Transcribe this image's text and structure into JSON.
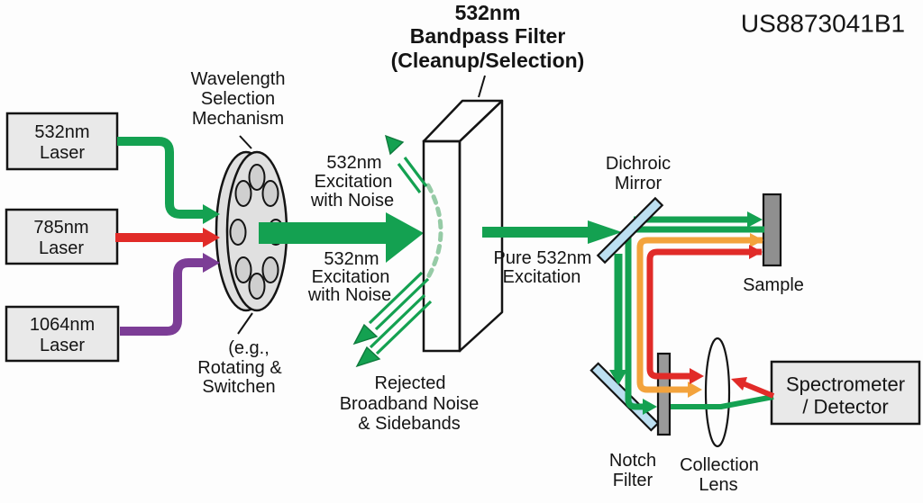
{
  "patent_number": "US8873041B1",
  "colors": {
    "ink": "#141414",
    "green": "#14A151",
    "green_dark": "#0E7A3C",
    "green_dash": "#96CBA6",
    "red": "#E12B28",
    "orange": "#F3A33C",
    "purple": "#7C3D96",
    "box_gray": "#E9E9E9",
    "wheel_gray": "#E0E0E0",
    "hole_gray": "#CFCFCF",
    "sample_gray": "#8F8F8F",
    "bar_gray": "#9A9A9A",
    "blue_mirror": "#BCDFF1",
    "blue_light": "#E8F6FC",
    "blue_mid": "#C2E4F4",
    "blue_deep": "#A9D8EE"
  },
  "lasers": [
    {
      "name": "532nm Laser",
      "lines": [
        "532nm",
        "Laser"
      ]
    },
    {
      "name": "785nm Laser",
      "lines": [
        "785nm",
        "Laser"
      ]
    },
    {
      "name": "1064nm Laser",
      "lines": [
        "1064nm",
        "Laser"
      ]
    }
  ],
  "wheel": {
    "label": [
      "Wavelength",
      "Selection",
      "Mechanism"
    ],
    "note": [
      "(e.g.,",
      "Rotating &",
      "Switchen"
    ]
  },
  "bandpass": {
    "title": [
      "532nm",
      "Bandpass Filter",
      "(Cleanup/Selection)"
    ]
  },
  "beams": {
    "noise_top": [
      "532nm",
      "Excitation",
      "with Noise"
    ],
    "noise_bottom": [
      "532nm",
      "Excitation",
      "with Noise"
    ],
    "pure": [
      "Pure 532nm",
      "Excitation"
    ],
    "rejected": [
      "Rejected",
      "Broadband Noise",
      "& Sidebands"
    ]
  },
  "dichroic": {
    "label": [
      "Dichroic",
      "Mirror"
    ]
  },
  "sample": {
    "label": "Sample"
  },
  "notch": {
    "label": [
      "Notch",
      "Filter"
    ]
  },
  "collection_lens": {
    "label": [
      "Collection",
      "Lens"
    ]
  },
  "spectrometer": {
    "label": [
      "Spectrometer",
      "/ Detector"
    ]
  }
}
